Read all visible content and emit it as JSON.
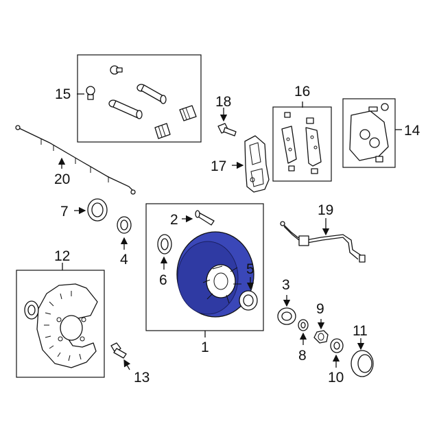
{
  "callouts": {
    "c1": "1",
    "c2": "2",
    "c3": "3",
    "c4": "4",
    "c5": "5",
    "c6": "6",
    "c7": "7",
    "c8": "8",
    "c9": "9",
    "c10": "10",
    "c11": "11",
    "c12": "12",
    "c13": "13",
    "c14": "14",
    "c15": "15",
    "c16": "16",
    "c17": "17",
    "c18": "18",
    "c19": "19",
    "c20": "20"
  },
  "colors": {
    "rotor_highlight": "#3a47b8",
    "line": "#111111"
  }
}
